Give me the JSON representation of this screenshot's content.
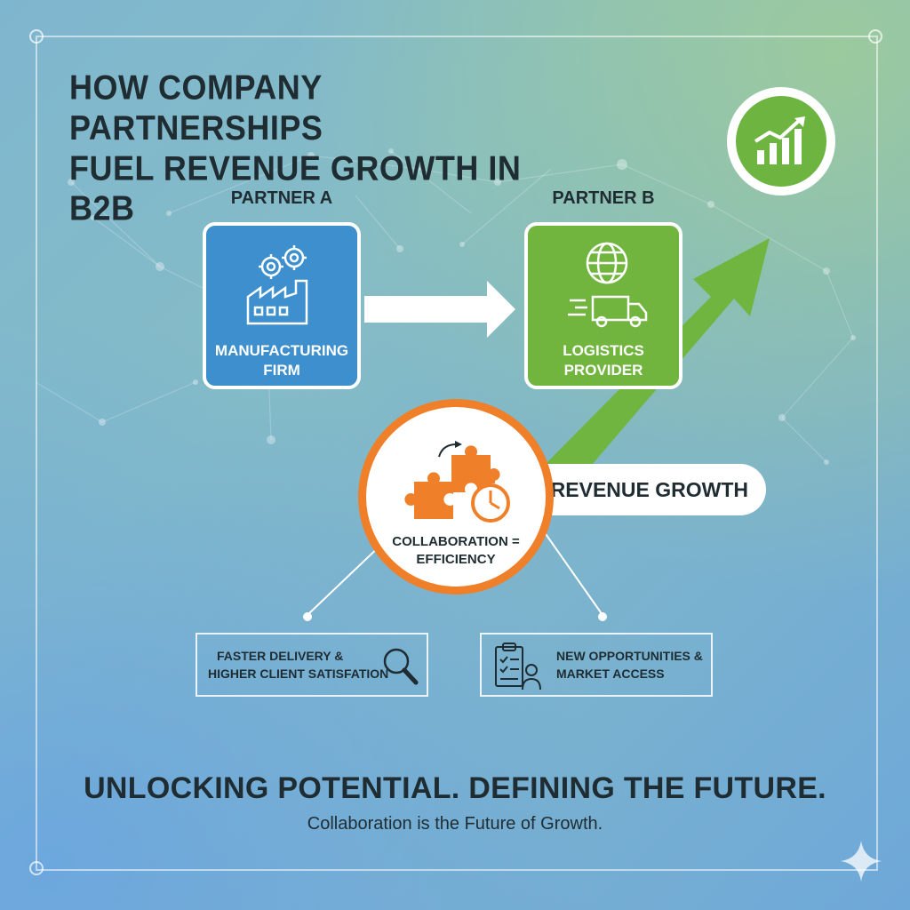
{
  "title": {
    "line1": "HOW COMPANY PARTNERSHIPS",
    "line2": "FUEL REVENUE GROWTH IN B2B"
  },
  "partner_a": {
    "label": "PARTNER A",
    "name_line1": "MANUFACTURING",
    "name_line2": "FIRM",
    "icon": "factory-gears-icon",
    "color": "#3d8fcd"
  },
  "partner_b": {
    "label": "PARTNER B",
    "name_line1": "LOGISTICS",
    "name_line2": "PROVIDER",
    "icon": "globe-truck-icon",
    "color": "#71b53e"
  },
  "center": {
    "line1": "COLLABORATION =",
    "line2": "EFFICIENCY",
    "icon": "puzzle-stopwatch-icon",
    "color": "#ef7f28"
  },
  "revenue_label": "REVENUE GROWTH",
  "growth_icon": "bar-chart-growth-icon",
  "benefits": [
    {
      "line1": "FASTER DELIVERY &",
      "line2": "HIGHER CLIENT SATISFATION",
      "icon": "magnifier-icon"
    },
    {
      "line1": "NEW OPPORTUNITIES &",
      "line2": "MARKET ACCESS",
      "icon": "clipboard-person-icon"
    }
  ],
  "tagline": "UNLOCKING POTENTIAL. DEFINING THE FUTURE.",
  "subline": "Collaboration is the Future of Growth."
}
